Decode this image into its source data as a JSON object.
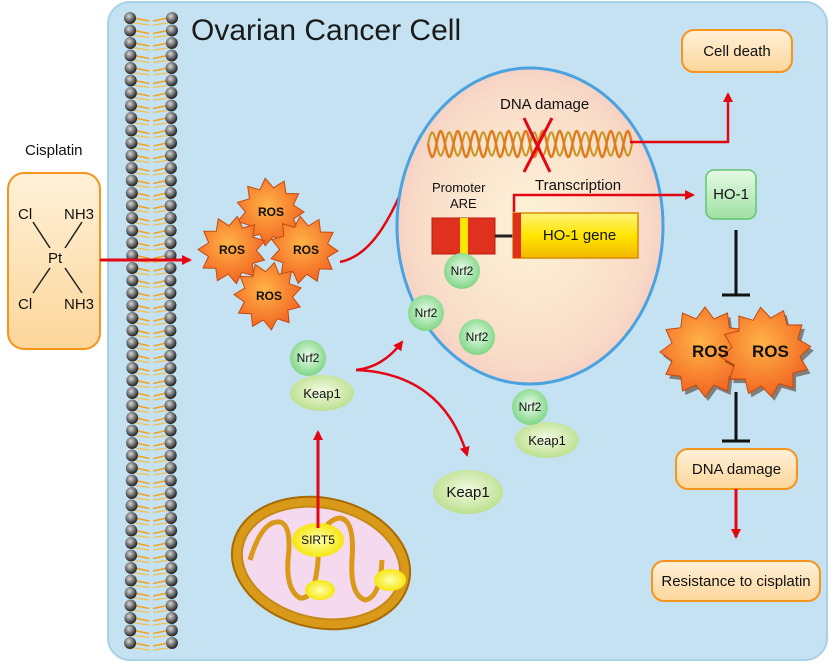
{
  "title": "Ovarian Cancer Cell",
  "drug": {
    "label": "Cisplatin",
    "atoms": {
      "cl_top": "Cl",
      "nh3_top": "NH3",
      "pt": "Pt",
      "cl_bottom": "Cl",
      "nh3_bottom": "NH3"
    }
  },
  "ros_label": "ROS",
  "nucleus": {
    "dna_damage": "DNA damage",
    "promoter": "Promoter",
    "are": "ARE",
    "gene": "HO-1 gene",
    "transcription": "Transcription"
  },
  "proteins": {
    "nrf2": "Nrf2",
    "keap1": "Keap1",
    "sirt5": "SIRT5",
    "ho1": "HO-1"
  },
  "outcomes": {
    "cell_death": "Cell death",
    "dna_damage": "DNA damage",
    "resistance": "Resistance to cisplatin"
  },
  "colors": {
    "cell_bg": "#c4e2f1",
    "arrow": "#e30613",
    "ros": "#f26522",
    "pill_fill": "#fde5bf",
    "pill_stroke": "#f7941d",
    "nrf2": "#a3e6a8",
    "keap1": "#d9f0b0",
    "mito_outer": "#d99a1a",
    "mito_inner": "#f4d9ef",
    "gene_fill": "#ffe600",
    "promoter_red": "#e0301e"
  }
}
